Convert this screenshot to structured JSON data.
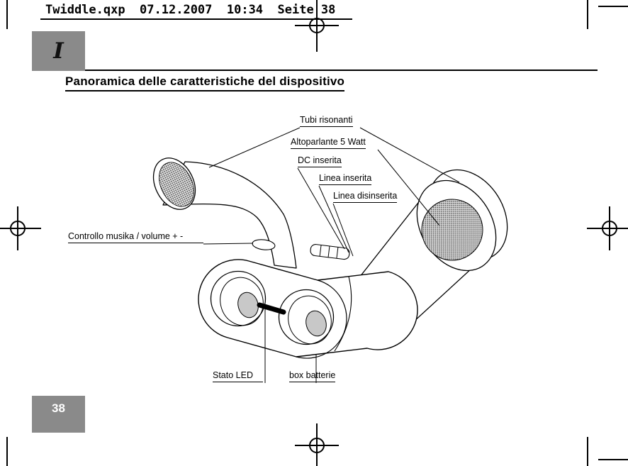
{
  "print_header": {
    "file_info": "Twiddle.qxp  07.12.2007  10:34  Seite 38"
  },
  "section_tab": {
    "label": "I"
  },
  "title": "Panoramica delle caratteristiche del dispositivo",
  "page_number": "38",
  "callouts": {
    "tubi_risonanti": "Tubi risonanti",
    "altoparlante": "Altoparlante 5 Watt",
    "dc_inserita": "DC inserita",
    "linea_inserita": "Linea inserita",
    "linea_disinserita": "Linea disinserita",
    "controllo": "Controllo musika / volume + -",
    "stato_led": "Stato LED",
    "box_batterie": "box batterie"
  },
  "colors": {
    "tab_gray": "#8a8a8a",
    "device_gray": "#c8c8c8"
  }
}
